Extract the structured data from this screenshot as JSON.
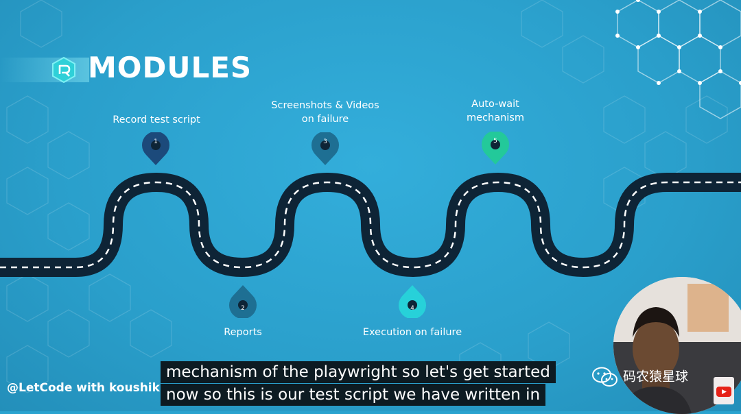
{
  "title": {
    "text": "MODULES"
  },
  "milestones": [
    {
      "number": "1",
      "label_lines": [
        "Record test script"
      ],
      "color": "#1c4a7b"
    },
    {
      "number": "2",
      "label_lines": [
        "Reports"
      ],
      "color": "#1e6f93"
    },
    {
      "number": "3",
      "label_lines": [
        "Screenshots & Videos",
        "on failure"
      ],
      "color": "#1e6f93"
    },
    {
      "number": "4",
      "label_lines": [
        "Execution on failure"
      ],
      "color": "#27d1d9"
    },
    {
      "number": "5",
      "label_lines": [
        "Auto-wait",
        "mechanism"
      ],
      "color": "#23c99a"
    }
  ],
  "channel_handle": "@LetCode with koushik",
  "subtitles": [
    "mechanism of the playwright so let's get started",
    "now so this is our test script we have written in"
  ],
  "watermark": {
    "text": "码农猿星球",
    "icon": "wechat-icon"
  },
  "colors": {
    "background": "#2aa3cf",
    "road": "#0e2436",
    "road_dash": "#ffffff",
    "caption_bg": "#0d1b22"
  }
}
